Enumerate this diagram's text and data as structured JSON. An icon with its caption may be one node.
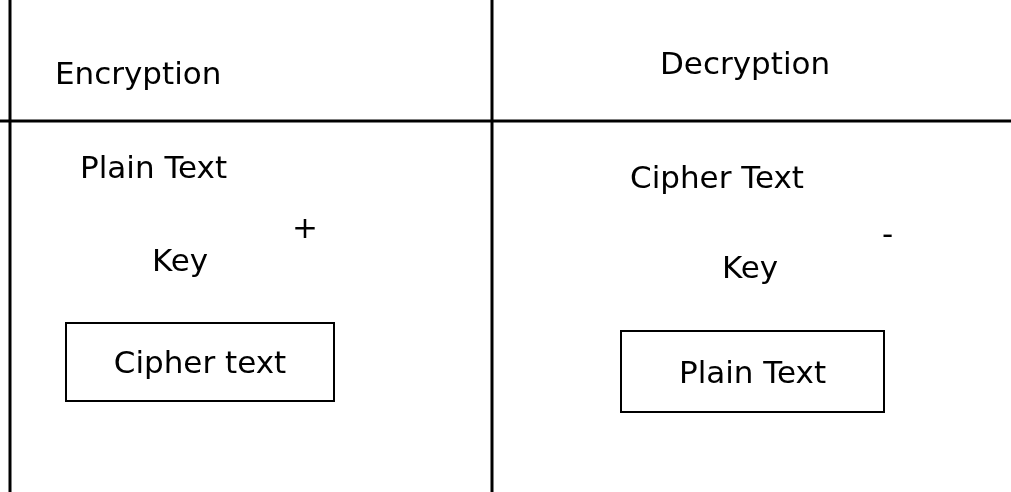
{
  "diagram": {
    "nodes": [
      {
        "text": [
          "Cipher text"
        ]
      },
      {
        "text": [
          "Plain Text"
        ]
      }
    ],
    "labels": [
      "Encryption",
      "Decryption",
      "Plain Text",
      "Cipher Text",
      "+",
      "-",
      "Key",
      "Key"
    ]
  }
}
